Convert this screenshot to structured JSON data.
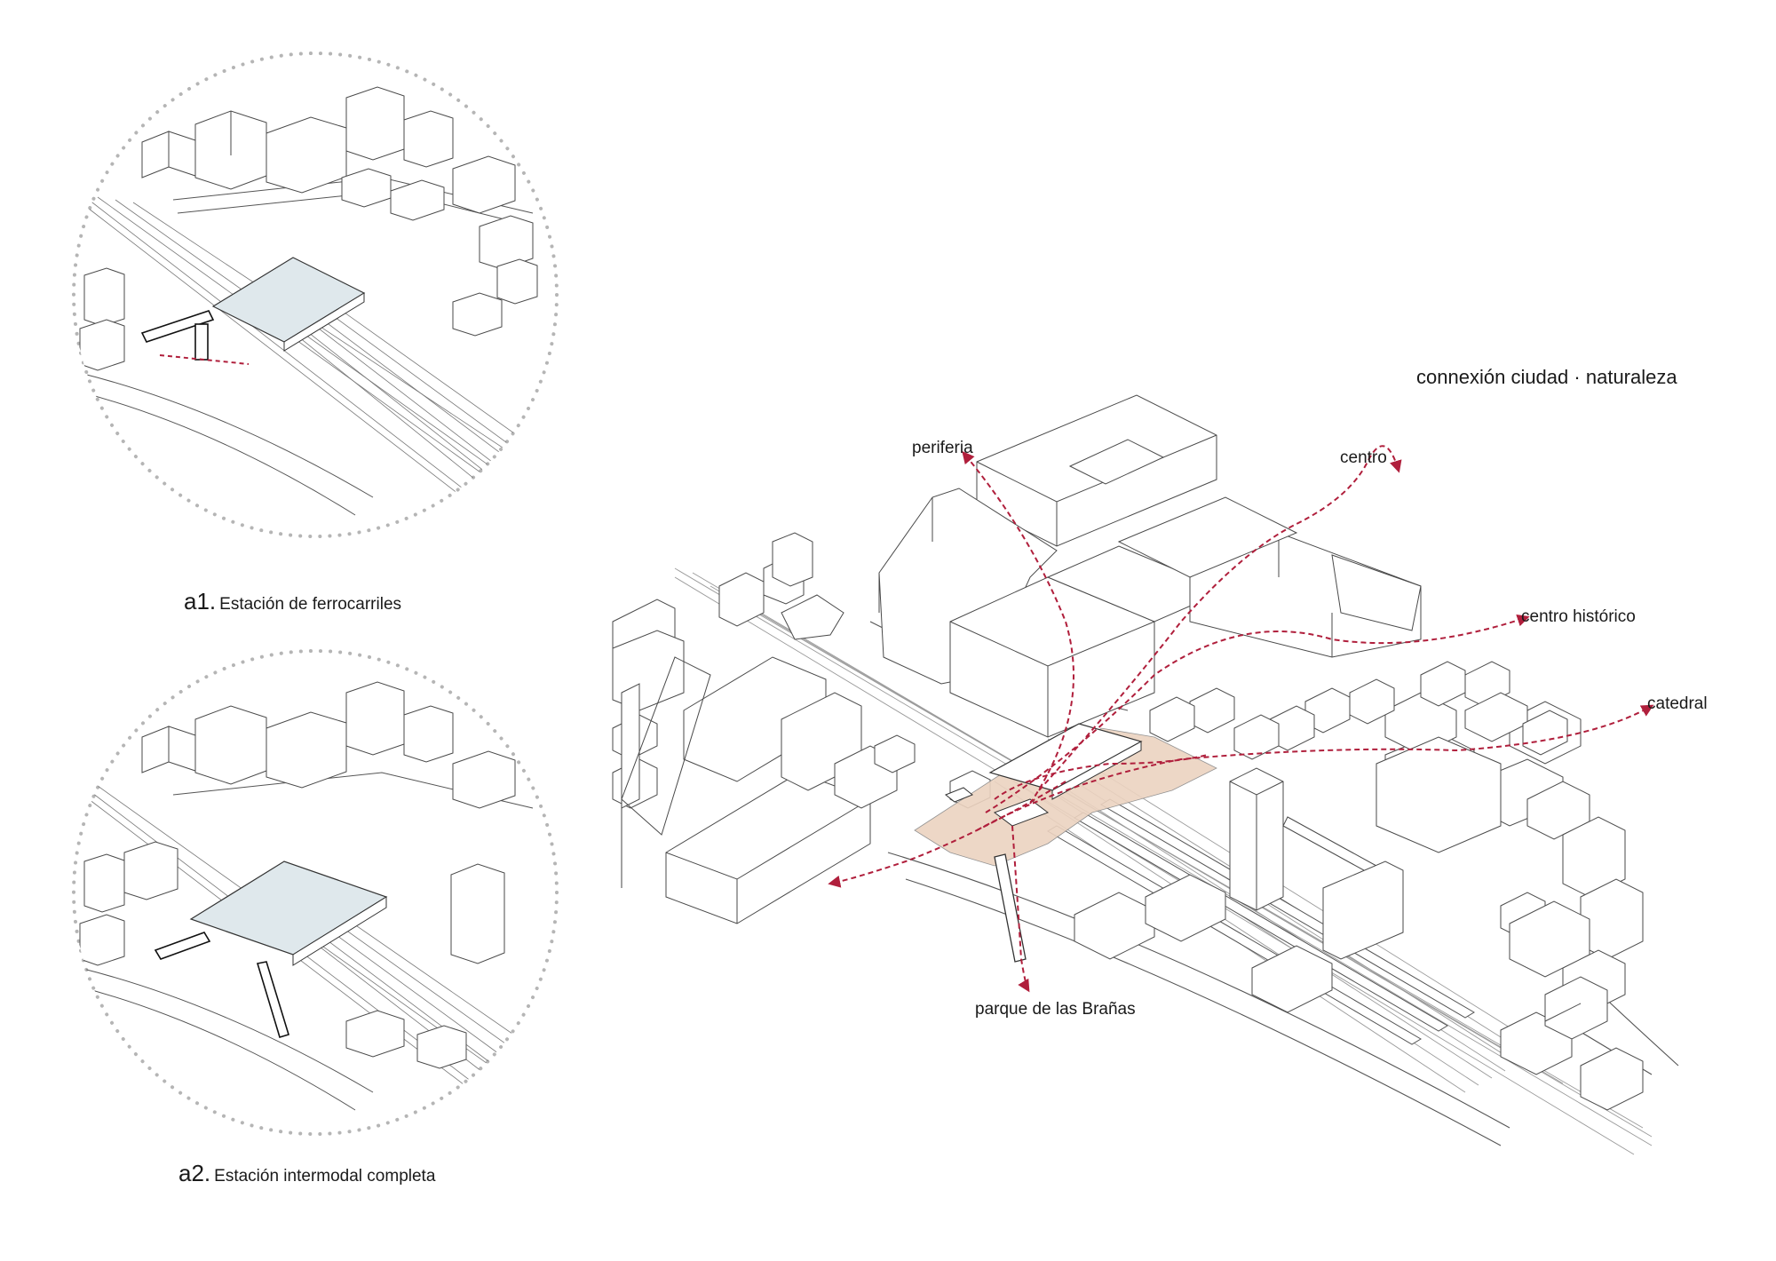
{
  "title": {
    "word1": "connexión",
    "word2": "ciudad",
    "separator": "·",
    "word3": "naturaleza"
  },
  "insets": [
    {
      "number": "a1.",
      "caption": "Estación de ferrocarriles"
    },
    {
      "number": "a2.",
      "caption": "Estación intermodal completa"
    }
  ],
  "destinations": {
    "periferia": "periferia",
    "centro": "centro",
    "centro_historico": "centro histórico",
    "catedral": "catedral",
    "parque": "parque de las Brañas"
  },
  "colors": {
    "route": "#b01f3c",
    "plaza_fill": "#ecd3c0",
    "roof_fill": "#dfe8ec",
    "line": "#4a4a4a",
    "dots": "#b5b5b5"
  }
}
